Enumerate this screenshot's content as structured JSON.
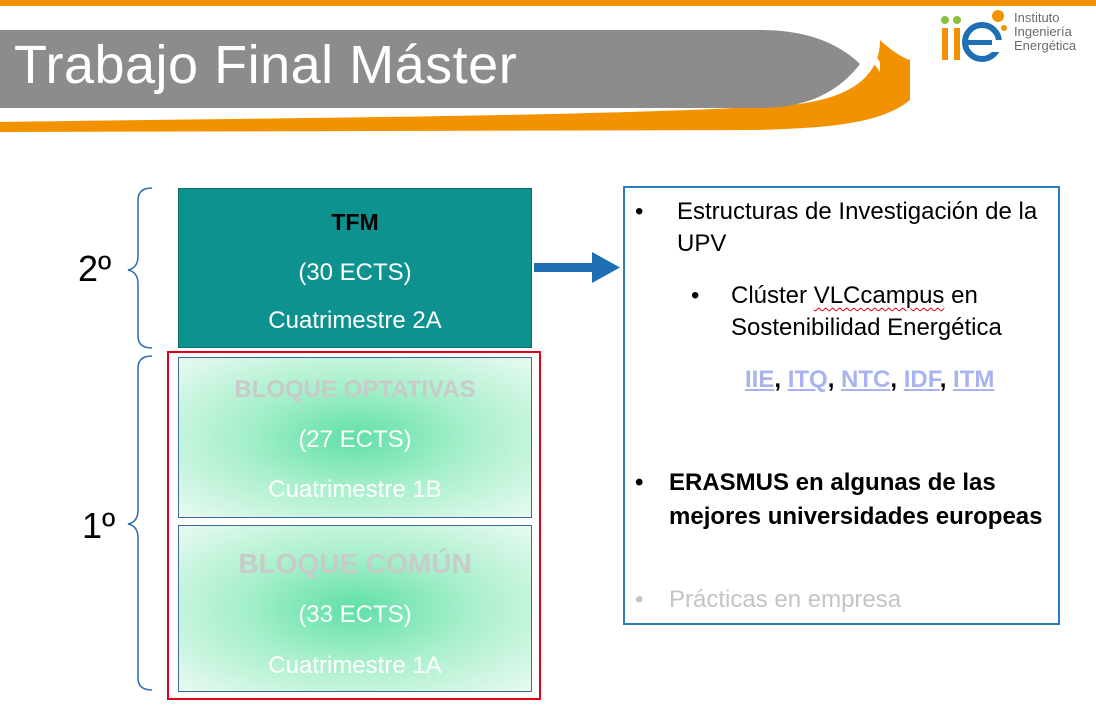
{
  "header": {
    "title": "Trabajo Final Máster",
    "accent_color": "#f39200",
    "bar_color": "#8c8c8c"
  },
  "logo": {
    "lines": [
      "Instituto",
      "Ingeniería",
      "Energética"
    ]
  },
  "years": {
    "second": "2º",
    "first": "1º"
  },
  "blocks": {
    "tfm": {
      "title": "TFM",
      "ects": "(30 ECTS)",
      "term": "Cuatrimestre 2A"
    },
    "optativas": {
      "title": "BLOQUE OPTATIVAS",
      "ects": "(27 ECTS)",
      "term": "Cuatrimestre 1B"
    },
    "comun": {
      "title": "BLOQUE COMÚN",
      "ects": "(33 ECTS)",
      "term": "Cuatrimestre 1A"
    }
  },
  "info": {
    "bullet1": "Estructuras de Investigación de la UPV",
    "bullet2_prefix": "Clúster ",
    "bullet2_word": "VLCcampus",
    "bullet2_suffix": " en Sostenibilidad Energética",
    "links": [
      "IIE",
      "ITQ",
      "NTC",
      "IDF",
      "ITM"
    ],
    "separator": ",",
    "bullet3": "ERASMUS en algunas de las mejores universidades europeas",
    "bullet4": "Prácticas en empresa",
    "bullet_glyph": "•"
  }
}
